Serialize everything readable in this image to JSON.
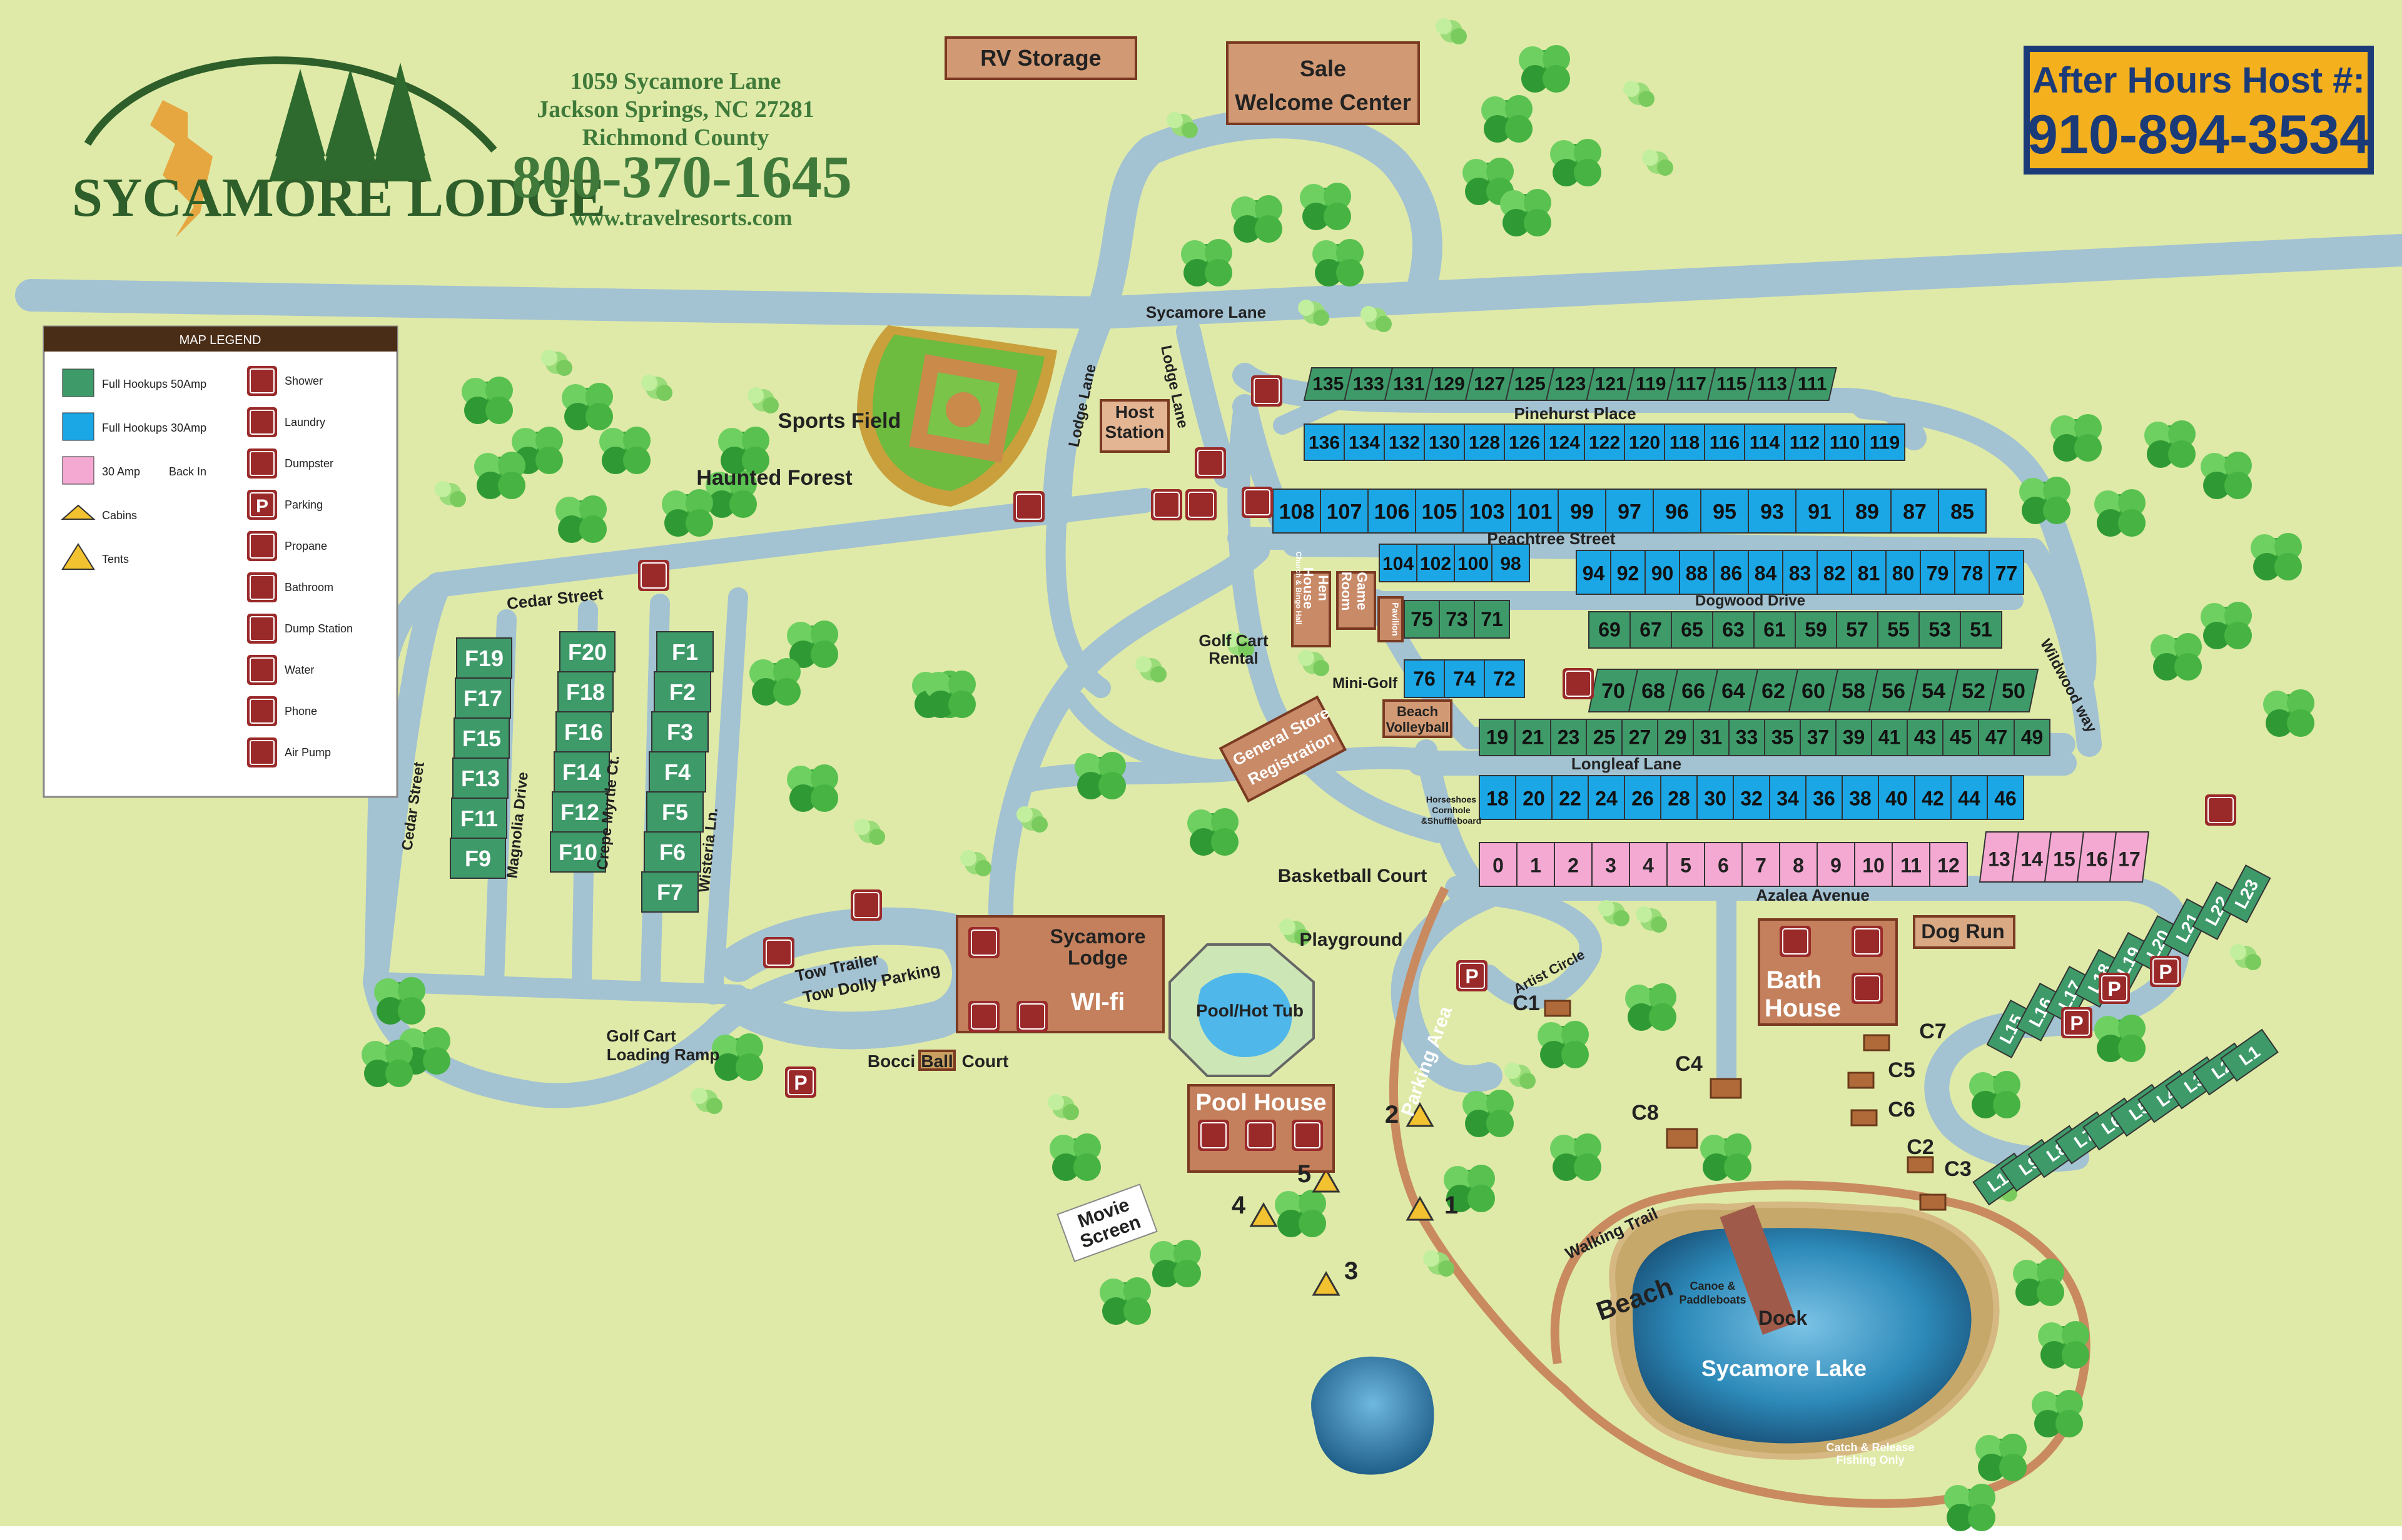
{
  "header": {
    "brand": "SYCAMORE LODGE",
    "address_line1": "1059 Sycamore Lane",
    "address_line2": "Jackson Springs, NC 27281",
    "address_line3": "Richmond County",
    "phone": "800-370-1645",
    "website": "www.travelresorts.com"
  },
  "after_hours": {
    "title": "After Hours Host #:",
    "phone": "910-894-3534"
  },
  "legend": {
    "title": "MAP LEGEND",
    "items": [
      {
        "label": "Full Hookups 50Amp",
        "color": "#3f9a6a"
      },
      {
        "label": "Full Hookups 30Amp",
        "color": "#1ba7e6"
      },
      {
        "label": "30 Amp",
        "extra": "Back In",
        "color": "#f4a9d2"
      },
      {
        "label": "Cabins",
        "icon": "cabin-icon"
      },
      {
        "label": "Tents",
        "icon": "tent-icon"
      }
    ],
    "icon_items": [
      {
        "label": "Shower",
        "icon": "shower-icon"
      },
      {
        "label": "Laundry",
        "icon": "laundry-icon"
      },
      {
        "label": "Dumpster",
        "icon": "dumpster-icon"
      },
      {
        "label": "Parking",
        "icon": "parking-icon",
        "glyph": "P"
      },
      {
        "label": "Propane",
        "icon": "propane-icon"
      },
      {
        "label": "Bathroom",
        "icon": "bathroom-icon"
      },
      {
        "label": "Dump Station",
        "icon": "dump-station-icon"
      },
      {
        "label": "Water",
        "icon": "water-icon"
      },
      {
        "label": "Phone",
        "icon": "phone-icon"
      },
      {
        "label": "Air Pump",
        "icon": "air-pump-icon"
      }
    ]
  },
  "facilities": {
    "rv_storage": "RV Storage",
    "sale_center_1": "Sale",
    "sale_center_2": "Welcome Center",
    "host_station_1": "Host",
    "host_station_2": "Station",
    "sports_field": "Sports Field",
    "haunted_forest": "Haunted Forest",
    "golf_cart_rental_1": "Golf Cart",
    "golf_cart_rental_2": "Rental",
    "mini_golf": "Mini-Golf",
    "general_store_1": "General Store",
    "general_store_2": "Registration",
    "basketball_court": "Basketball Court",
    "playground": "Playground",
    "beach_volleyball_1": "Beach",
    "beach_volleyball_2": "Volleyball",
    "horseshoes_1": "Horseshoes",
    "horseshoes_2": "Cornhole",
    "horseshoes_3": "&Shuffleboard",
    "sycamore_lodge_1": "Sycamore",
    "sycamore_lodge_2": "Lodge",
    "wifi": "WI-fi",
    "pool_hot_tub": "Pool/Hot Tub",
    "pool_house": "Pool House",
    "bocci_1": "Bocci",
    "bocci_2": "Ball",
    "bocci_3": "Court",
    "movie_screen_1": "Movie",
    "movie_screen_2": "Screen",
    "tow_trailer_1": "Tow Trailer",
    "tow_trailer_2": "Tow Dolly Parking",
    "golf_cart_ramp_1": "Golf Cart",
    "golf_cart_ramp_2": "Loading Ramp",
    "bath_house_1": "Bath",
    "bath_house_2": "House",
    "dog_run": "Dog Run",
    "parking_area": "Parking Area",
    "walking_trail": "Walking Trail",
    "beach": "Beach",
    "dock": "Dock",
    "canoe_1": "Canoe &",
    "canoe_2": "Paddleboats",
    "sycamore_lake": "Sycamore Lake",
    "fishing_1": "Catch & Release",
    "fishing_2": "Fishing Only",
    "game_room_1": "Game",
    "game_room_2": "Room",
    "hen_house_1": "Hen",
    "hen_house_2": "House",
    "hen_house_3": "Church & Bingo Hall",
    "pavilion": "Pavilion"
  },
  "streets": {
    "sycamore_lane": "Sycamore Lane",
    "lodge_lane_1": "Lodge Lane",
    "lodge_lane_2": "Lodge Lane",
    "pinehurst_place": "Pinehurst Place",
    "peachtree_street": "Peachtree Street",
    "dogwood_drive": "Dogwood Drive",
    "longleaf_lane": "Longleaf Lane",
    "azalea_avenue": "Azalea Avenue",
    "wildwood_way": "Wildwood way",
    "cedar_street_h": "Cedar Street",
    "cedar_street_v": "Cedar Street",
    "magnolia_drive": "Magnolia Drive",
    "crepe_myrtle": "Crepe Myrtle Ct.",
    "wisteria_ln": "Wisteria Ln.",
    "artist_circle": "Artist Circle"
  },
  "sites": {
    "row_135": [
      "135",
      "133",
      "131",
      "129",
      "127",
      "125",
      "123",
      "121",
      "119",
      "117",
      "115",
      "113",
      "111"
    ],
    "row_136": [
      "136",
      "134",
      "132",
      "130",
      "128",
      "126",
      "124",
      "122",
      "120",
      "118",
      "116",
      "114",
      "112",
      "110",
      "119"
    ],
    "row_108": [
      "108",
      "107",
      "106",
      "105",
      "103",
      "101",
      "99",
      "97",
      "96",
      "95",
      "93",
      "91",
      "89",
      "87",
      "85"
    ],
    "row_104": [
      "104",
      "102",
      "100",
      "98"
    ],
    "row_94": [
      "94",
      "92",
      "90",
      "88",
      "86",
      "84",
      "83",
      "82",
      "81",
      "80",
      "79",
      "78",
      "77"
    ],
    "row_75": [
      "75",
      "73",
      "71"
    ],
    "row_69": [
      "69",
      "67",
      "65",
      "63",
      "61",
      "59",
      "57",
      "55",
      "53",
      "51"
    ],
    "row_76": [
      "76",
      "74",
      "72"
    ],
    "row_70": [
      "70",
      "68",
      "66",
      "64",
      "62",
      "60",
      "58",
      "56",
      "54",
      "52",
      "50"
    ],
    "row_19": [
      "19",
      "21",
      "23",
      "25",
      "27",
      "29",
      "31",
      "33",
      "35",
      "37",
      "39",
      "41",
      "43",
      "45",
      "47",
      "49"
    ],
    "row_18": [
      "18",
      "20",
      "22",
      "24",
      "26",
      "28",
      "30",
      "32",
      "34",
      "36",
      "38",
      "40",
      "42",
      "44",
      "46"
    ],
    "row_0": [
      "0",
      "1",
      "2",
      "3",
      "4",
      "5",
      "6",
      "7",
      "8",
      "9",
      "10",
      "11",
      "12"
    ],
    "row_13": [
      "13",
      "14",
      "15",
      "16",
      "17"
    ],
    "f_col1": [
      "F19",
      "F17",
      "F15",
      "F13",
      "F11",
      "F9"
    ],
    "f_col2": [
      "F20",
      "F18",
      "F16",
      "F14",
      "F12",
      "F10"
    ],
    "f_col3": [
      "F1",
      "F2",
      "F3",
      "F4",
      "F5",
      "F6",
      "F7"
    ],
    "l_upper": [
      "L15",
      "L16",
      "L17",
      "L18",
      "L19",
      "L20",
      "L21",
      "L22",
      "L23"
    ],
    "l_lower": [
      "L10",
      "L9",
      "L8",
      "L7",
      "L6",
      "L5",
      "L4",
      "L3",
      "L2",
      "L1"
    ],
    "cabins": [
      "C1",
      "C2",
      "C3",
      "C4",
      "C5",
      "C6",
      "C7",
      "C8"
    ],
    "tents": [
      "1",
      "2",
      "3",
      "4",
      "5"
    ]
  },
  "colors": {
    "grass": "#dfeaa8",
    "road": "#9fbfcf",
    "site_50": "#3f9a6a",
    "site_30": "#1ba7e6",
    "site_back_in": "#f4a9d2",
    "facility": "#c07a57",
    "icon": "#9a2a2a",
    "lake": "#2a8ab8",
    "trail": "#c98a60",
    "tree": "#4fbf4a",
    "header_green": "#3f7a3a",
    "after_hours_bg": "#f4b11d",
    "after_hours_text": "#1b3a78"
  }
}
